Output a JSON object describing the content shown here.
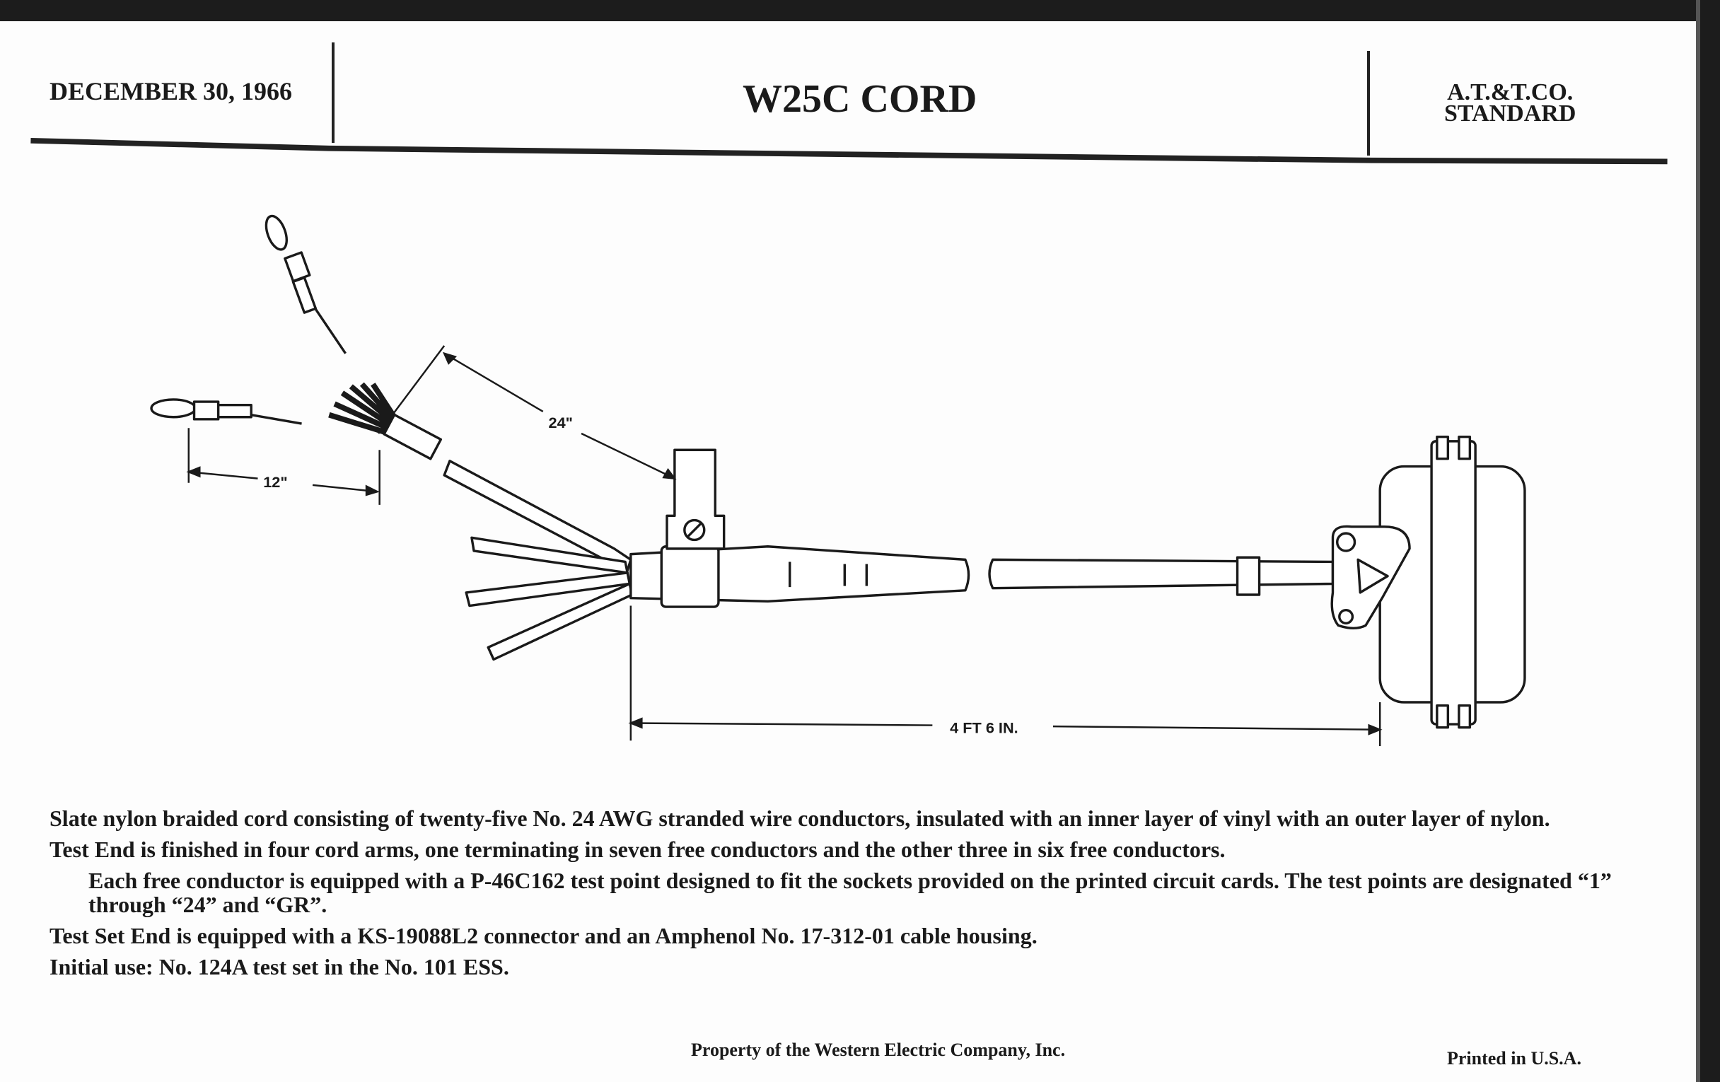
{
  "header": {
    "date": "DECEMBER 30, 1966",
    "title": "W25C CORD",
    "org_line1": "A.T.&T.CO.",
    "org_line2": "STANDARD"
  },
  "diagram": {
    "dim_test_point": "12\"",
    "dim_arm_length": "24\"",
    "dim_cord_length": "4 FT 6 IN."
  },
  "body": {
    "p1": "Slate nylon braided cord consisting of twenty-five No. 24 AWG stranded wire conductors, insulated with an inner layer of vinyl with an outer layer of nylon.",
    "p2": "Test End is finished in four cord arms, one terminating in seven free conductors and the other three in six free conductors.",
    "p3": "Each free conductor is equipped with a P-46C162 test point designed to fit the sockets provided on the printed circuit cards.  The test points are designated “1” through “24” and “GR”.",
    "p4": "Test Set End is equipped with a KS-19088L2 connector and an Amphenol No. 17-312-01 cable housing.",
    "p5": "Initial use:  No. 124A test set in the No. 101 ESS."
  },
  "footer": {
    "property": "Property of the Western Electric Company, Inc.",
    "printed": "Printed in U.S.A."
  }
}
